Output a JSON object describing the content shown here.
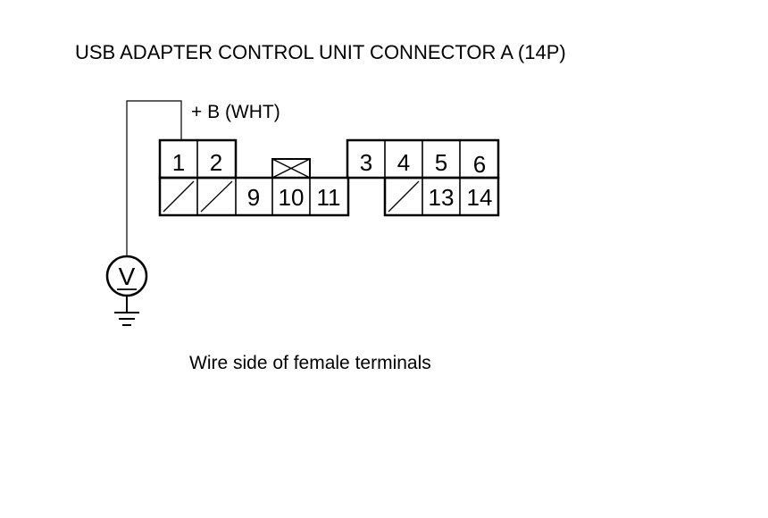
{
  "diagram": {
    "title": "USB ADAPTER CONTROL UNIT CONNECTOR A (14P)",
    "wire_label": "+ B (WHT)",
    "caption": "Wire side of female terminals",
    "meter_symbol": "V",
    "pins": {
      "p1": "1",
      "p2": "2",
      "p3": "3",
      "p4": "4",
      "p5": "5",
      "p6": "6",
      "p9": "9",
      "p10": "10",
      "p11": "11",
      "p13": "13",
      "p14": "14"
    }
  }
}
